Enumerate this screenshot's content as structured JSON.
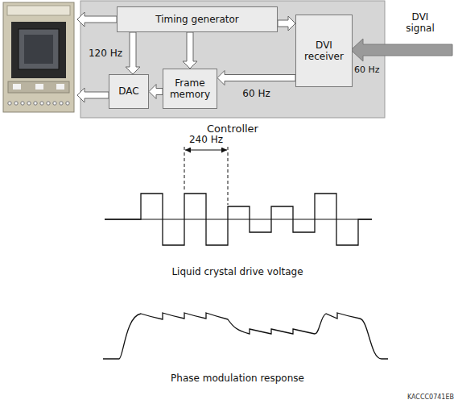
{
  "diagram": {
    "nodes": [
      {
        "text": [
          "Controller"
        ]
      },
      {
        "text": [
          "Timing generator"
        ],
        "in": 0
      },
      {
        "text": [
          "DVI receiver"
        ],
        "in": 0
      },
      {
        "text": [
          "DAC"
        ],
        "in": 0
      },
      {
        "text": [
          "Frame memory"
        ],
        "in": 0
      }
    ],
    "edges": [
      {
        "from": 1,
        "to": 2,
        "arrow": "to"
      },
      {
        "from": 1,
        "to": 3,
        "arrow": "to",
        "label": "120 Hz"
      },
      {
        "from": 1,
        "to": 4,
        "arrow": "to"
      },
      {
        "from": 2,
        "to": 4,
        "arrow": "to",
        "label": "60 Hz"
      },
      {
        "from": 4,
        "to": 3,
        "arrow": "to"
      }
    ],
    "labels": [
      "DVI signal",
      "60 Hz",
      "240 Hz",
      "Liquid crystal drive voltage",
      "Phase modulation response",
      "KACCC0741EB"
    ]
  }
}
